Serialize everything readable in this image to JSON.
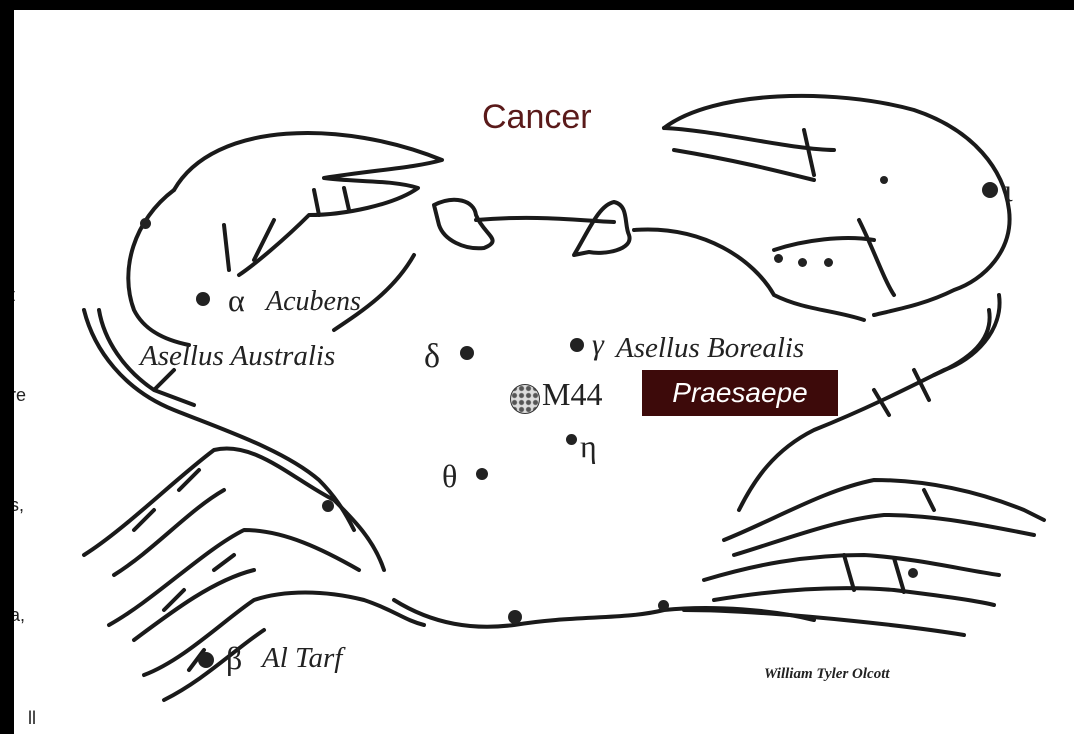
{
  "title": "Cancer",
  "credit": "William Tyler Olcott",
  "stars": {
    "alpha": {
      "greek": "α",
      "name": "Acubens"
    },
    "delta": {
      "greek": "δ",
      "name": "Asellus Australis"
    },
    "gamma": {
      "greek": "γ",
      "name": "Asellus Borealis"
    },
    "beta": {
      "greek": "β",
      "name": "Al Tarf"
    },
    "eta": {
      "greek": "η"
    },
    "theta": {
      "greek": "θ"
    },
    "iota": {
      "greek": "ι"
    }
  },
  "cluster": {
    "designation": "M44",
    "name": "Praesaepe"
  },
  "side_text_fragments": [
    "t",
    "re",
    "s,",
    "a,",
    "ll"
  ],
  "colors": {
    "title": "#5a1a1a",
    "praesaepe_bg": "#3d0a0a",
    "praesaepe_text": "#ffffff",
    "frame": "#000000"
  }
}
